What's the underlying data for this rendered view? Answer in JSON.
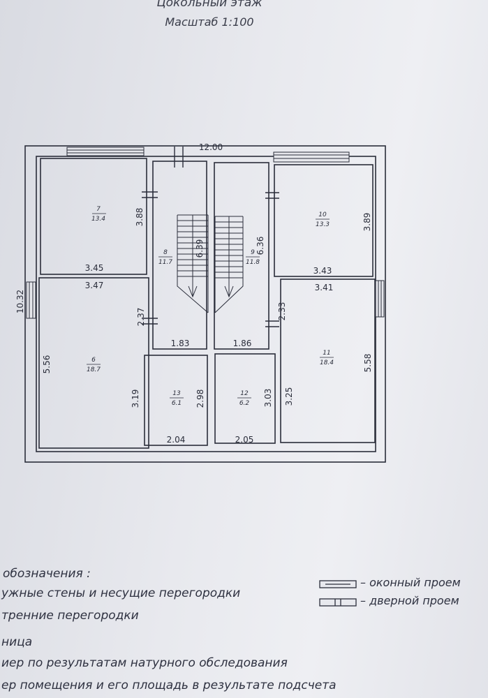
{
  "header": {
    "title": "Цокольный этаж",
    "scale": "Масштаб 1:100"
  },
  "dimensions": {
    "overall_width": "12.00",
    "overall_depth": "10.32",
    "r7_height": "3.88",
    "r7_width": "3.45",
    "r6_width": "3.47",
    "r6_left": "5.56",
    "r6_step": "2.37",
    "r6_right": "3.19",
    "r8_height": "6.39",
    "r8_width": "1.83",
    "r9_height": "6.36",
    "r9_width": "1.86",
    "r10_height": "3.89",
    "r10_width": "3.43",
    "r11_width": "3.41",
    "r11_step": "2.33",
    "r11_left": "3.25",
    "r11_right": "5.58",
    "r13_height": "2.98",
    "r13_width": "2.04",
    "r12_height": "3.03",
    "r12_width": "2.05"
  },
  "rooms": [
    {
      "id": "7",
      "num": "7",
      "area": "13.4"
    },
    {
      "id": "6",
      "num": "6",
      "area": "18.7"
    },
    {
      "id": "8",
      "num": "8",
      "area": "11.7"
    },
    {
      "id": "9",
      "num": "9",
      "area": "11.8"
    },
    {
      "id": "10",
      "num": "10",
      "area": "13.3"
    },
    {
      "id": "11",
      "num": "11",
      "area": "18.4"
    },
    {
      "id": "13",
      "num": "13",
      "area": "6.1"
    },
    {
      "id": "12",
      "num": "12",
      "area": "6.2"
    }
  ],
  "legend": {
    "heading": "обозначения  :",
    "items": [
      "ужные стены и несущие перегородки",
      "тренние перегородки",
      "ница",
      "иер по результатам натурного обследования",
      "ер помещения и его площадь в результате подсчета"
    ],
    "window_label": "– оконный проем",
    "door_label": "– дверной проем"
  },
  "colors": {
    "ink": "#2a2d3a",
    "paper": "#e8e9ee"
  }
}
